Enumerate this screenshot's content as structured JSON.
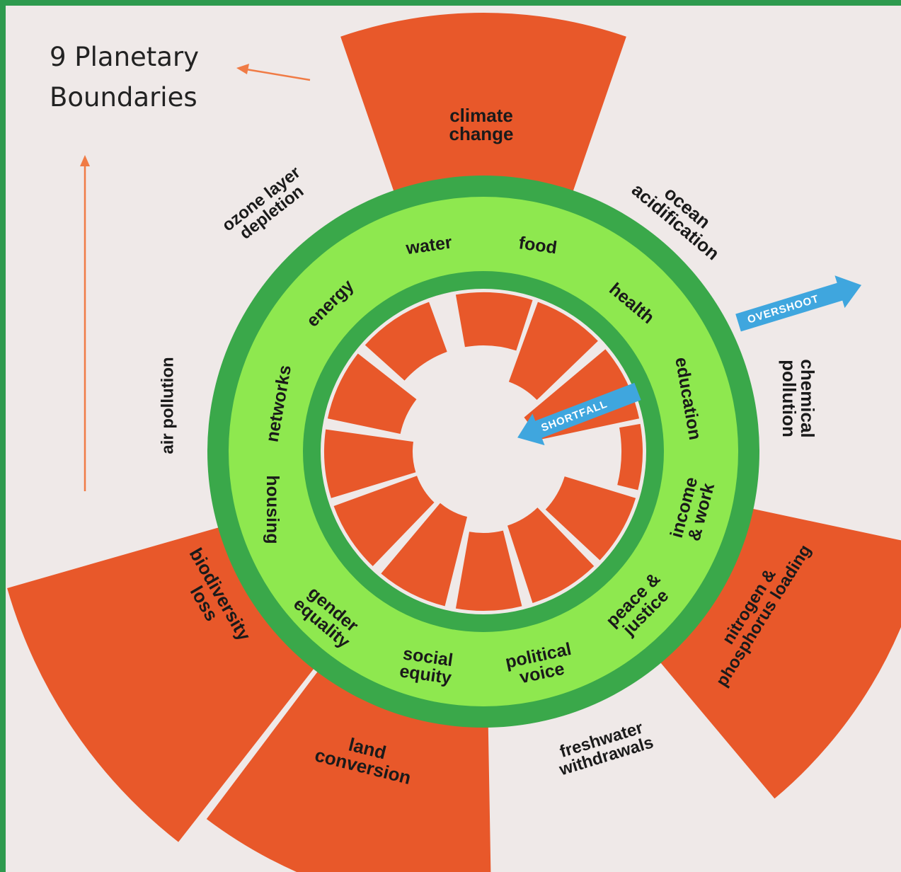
{
  "title": "9 Planetary\nBoundaries",
  "colors": {
    "frame": "#2e9a4e",
    "background": "#efe9e8",
    "overshoot_wedge": "#e8582a",
    "outer_ring": "#3aa84a",
    "social_band": "#8ee84f",
    "arrow": "#3fa6de",
    "title_arrow": "#f07b45"
  },
  "boundaries": [
    {
      "id": "climate",
      "text": "climate\nchange"
    },
    {
      "id": "ocean",
      "text": "ocean\nacidification"
    },
    {
      "id": "chemical",
      "text": "chemical\npollution"
    },
    {
      "id": "nitrogen",
      "text": "nitrogen &\nphosphorus loading"
    },
    {
      "id": "freshwater",
      "text": "freshwater\nwithdrawals"
    },
    {
      "id": "land",
      "text": "land\nconversion"
    },
    {
      "id": "biodiversity",
      "text": "biodiversity\nloss"
    },
    {
      "id": "air",
      "text": "air pollution"
    },
    {
      "id": "ozone",
      "text": "ozone layer\ndepletion"
    }
  ],
  "social_foundation": [
    {
      "id": "water",
      "text": "water"
    },
    {
      "id": "food",
      "text": "food"
    },
    {
      "id": "health",
      "text": "health"
    },
    {
      "id": "education",
      "text": "education"
    },
    {
      "id": "income",
      "text": "income\n& work"
    },
    {
      "id": "peace",
      "text": "peace &\njustice"
    },
    {
      "id": "political",
      "text": "political\nvoice"
    },
    {
      "id": "social-equity",
      "text": "social\nequity"
    },
    {
      "id": "gender",
      "text": "gender\nequality"
    },
    {
      "id": "housing",
      "text": "housing"
    },
    {
      "id": "networks",
      "text": "networks"
    },
    {
      "id": "energy",
      "text": "energy"
    }
  ],
  "overshoot_label": "OVERSHOOT",
  "shortfall_label": "SHORTFALL"
}
